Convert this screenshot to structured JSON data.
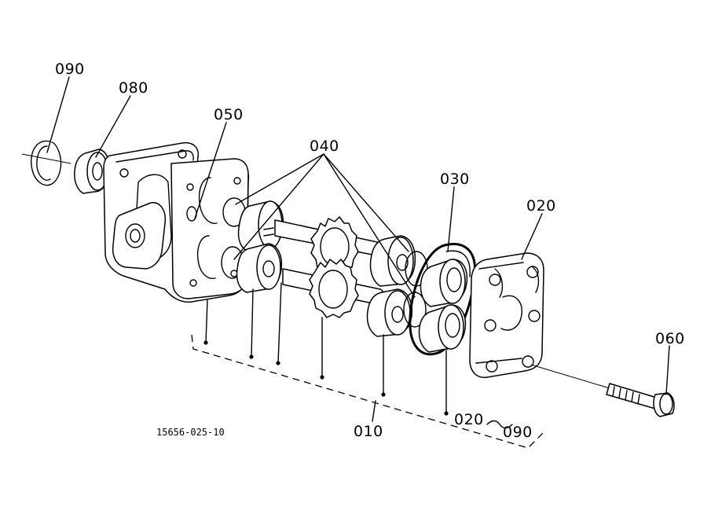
{
  "diagram": {
    "reference_code": "15656-025-10",
    "callouts": {
      "snap_ring": "090",
      "bearing": "080",
      "small_oring": "050",
      "seals": "040",
      "large_oring": "030",
      "rear_cover": "020",
      "bolt": "060",
      "body_assembly": "010",
      "range_start": "020",
      "range_end": "090"
    }
  }
}
